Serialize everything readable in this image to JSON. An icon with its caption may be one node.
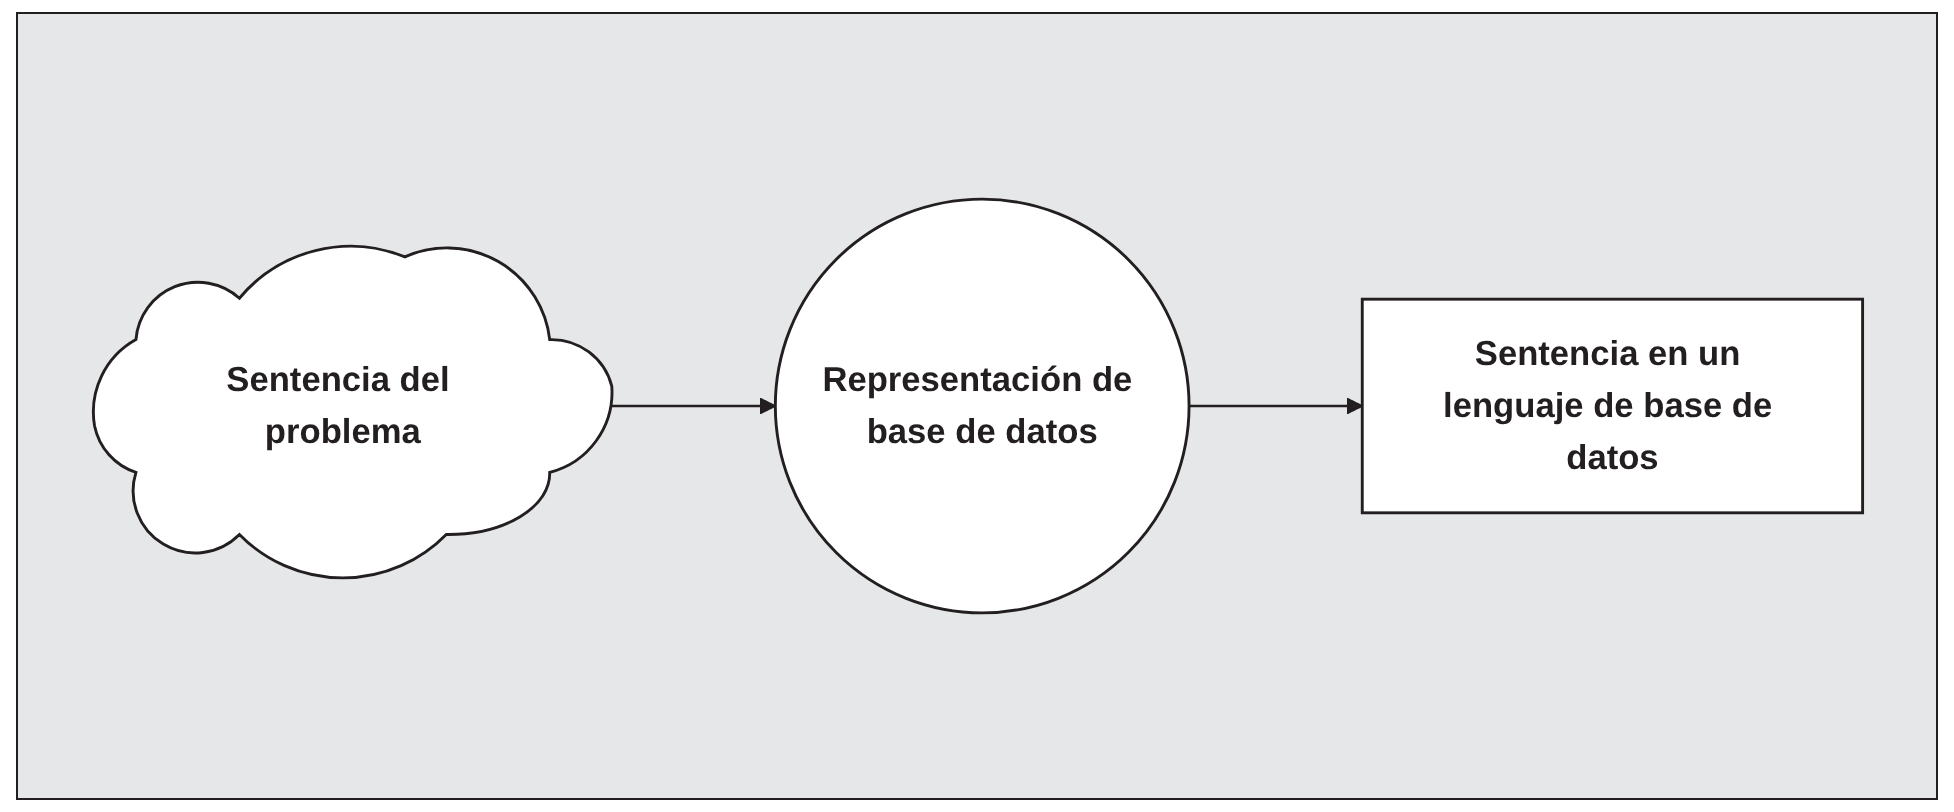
{
  "diagram": {
    "nodes": [
      {
        "text": [
          "Sentencia del problema"
        ]
      },
      {
        "text": [
          "Representación de base de datos"
        ]
      },
      {
        "text": [
          "Sentencia en un lenguaje de base de datos"
        ]
      }
    ],
    "edges": [
      {
        "from": 0,
        "to": 1,
        "arrow": "to"
      },
      {
        "from": 1,
        "to": 2,
        "arrow": "to"
      }
    ]
  }
}
